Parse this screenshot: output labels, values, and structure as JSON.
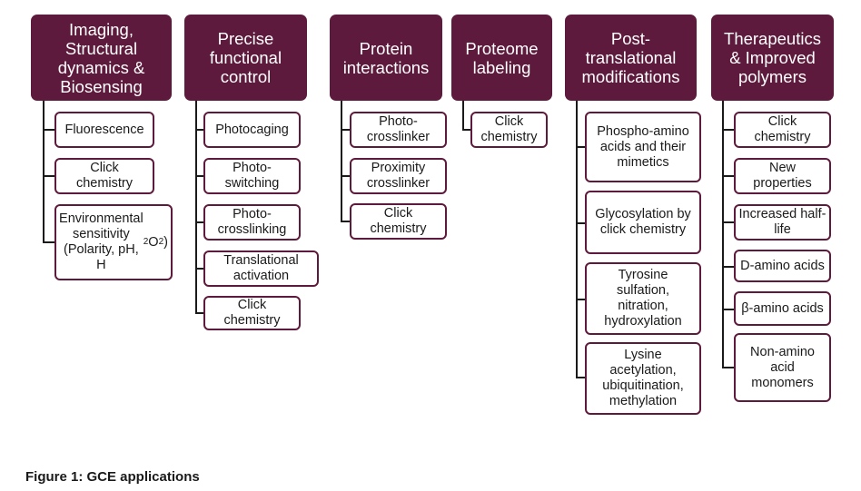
{
  "columns": [
    {
      "title": "Imaging,\nStructural\ndynamics &\nBiosensing",
      "items": [
        "Fluorescence",
        "Click\nchemistry",
        "Environmental\nsensitivity\n(Polarity, pH,\nH2O2)"
      ]
    },
    {
      "title": "Precise\nfunctional\ncontrol",
      "items": [
        "Photocaging",
        "Photo-\nswitching",
        "Photo-\ncrosslinking",
        "Translational\nactivation",
        "Click\nchemistry"
      ]
    },
    {
      "title": "Protein\ninteractions",
      "items": [
        "Photo-\ncrosslinker",
        "Proximity\ncrosslinker",
        "Click\nchemistry"
      ]
    },
    {
      "title": "Proteome\nlabeling",
      "items": [
        "Click\nchemistry"
      ]
    },
    {
      "title": "Post-\ntranslational\nmodifications",
      "items": [
        "Phospho-amino\nacids and their\nmimetics",
        "Glycosylation by\nclick chemistry",
        "Tyrosine\nsulfation,\nnitration,\nhydroxylation",
        "Lysine\nacetylation,\nubiquitination,\nmethylation"
      ]
    },
    {
      "title": "Therapeutics\n& Improved\npolymers",
      "items": [
        "Click\nchemistry",
        "New\nproperties",
        "Increased half-\nlife",
        "D-amino acids",
        "β-amino acids",
        "Non-amino\nacid\nmonomers"
      ]
    }
  ],
  "caption": "Figure 1: GCE applications"
}
